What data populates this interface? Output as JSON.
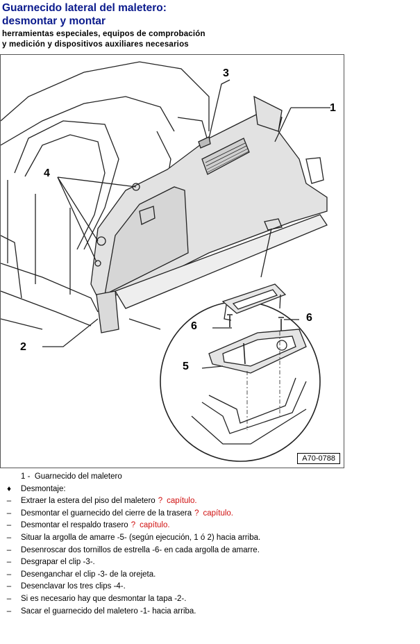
{
  "header": {
    "title_line1": "Guarnecido lateral del maletero:",
    "title_line2": "desmontar y montar",
    "subtitle_line1": "herramientas especiales, equipos de comprobación",
    "subtitle_line2": "y medición y dispositivos auxiliares necesarios"
  },
  "figure": {
    "code": "A70-0788",
    "callouts": {
      "c1": "1",
      "c2": "2",
      "c3": "3",
      "c4": "4",
      "c5": "5",
      "c6a": "6",
      "c6b": "6"
    }
  },
  "legend": {
    "item1_num": "1 -",
    "item1_text": "Guarnecido del maletero"
  },
  "procedure": {
    "heading": "Desmontaje:",
    "bullet_marker": "♦",
    "dash": "–",
    "steps": [
      {
        "text": "Extraer la estera del piso del maletero",
        "q": "?",
        "link": "capítulo."
      },
      {
        "text": "Desmontar el guarnecido del cierre de la trasera",
        "q": "?",
        "link": "capítulo."
      },
      {
        "text": "Desmontar el respaldo trasero",
        "q": "?",
        "link": "capítulo."
      },
      {
        "text": "Situar la argolla de amarre -5- (según ejecución, 1 ó 2) hacia arriba."
      },
      {
        "text": "Desenroscar dos tornillos de estrella -6- en cada argolla de amarre."
      },
      {
        "text": "Desgrapar el clip -3-."
      },
      {
        "text": "Desenganchar el clip -3- de la orejeta."
      },
      {
        "text": "Desenclavar los tres clips -4-."
      },
      {
        "text": "Si es necesario hay que desmontar la tapa -2-."
      },
      {
        "text": "Sacar el guarnecido del maletero -1- hacia arriba."
      }
    ]
  }
}
